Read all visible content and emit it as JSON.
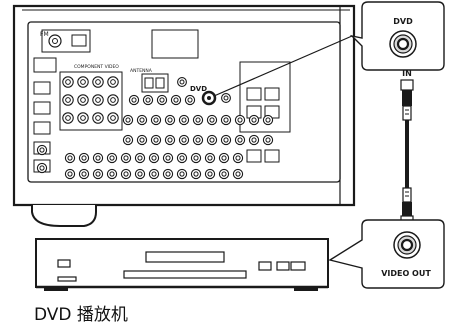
{
  "labels": {
    "dvd_top": "DVD",
    "in_label": "IN",
    "video_out": "VIDEO OUT",
    "receiver_dvd": "DVD",
    "caption": "DVD 播放机",
    "fm_label": "FM",
    "antenna_label": "ANTENNA",
    "component_label": "COMPONENT VIDEO"
  },
  "colors": {
    "line": "#1a1a1a",
    "panel_fill": "#ffffff",
    "jack_gray": "#d9d9d9",
    "cable": "#1a1a1a"
  },
  "icons": {
    "rca_jack": "rca-jack-icon",
    "rca_plug": "rca-plug-icon"
  }
}
